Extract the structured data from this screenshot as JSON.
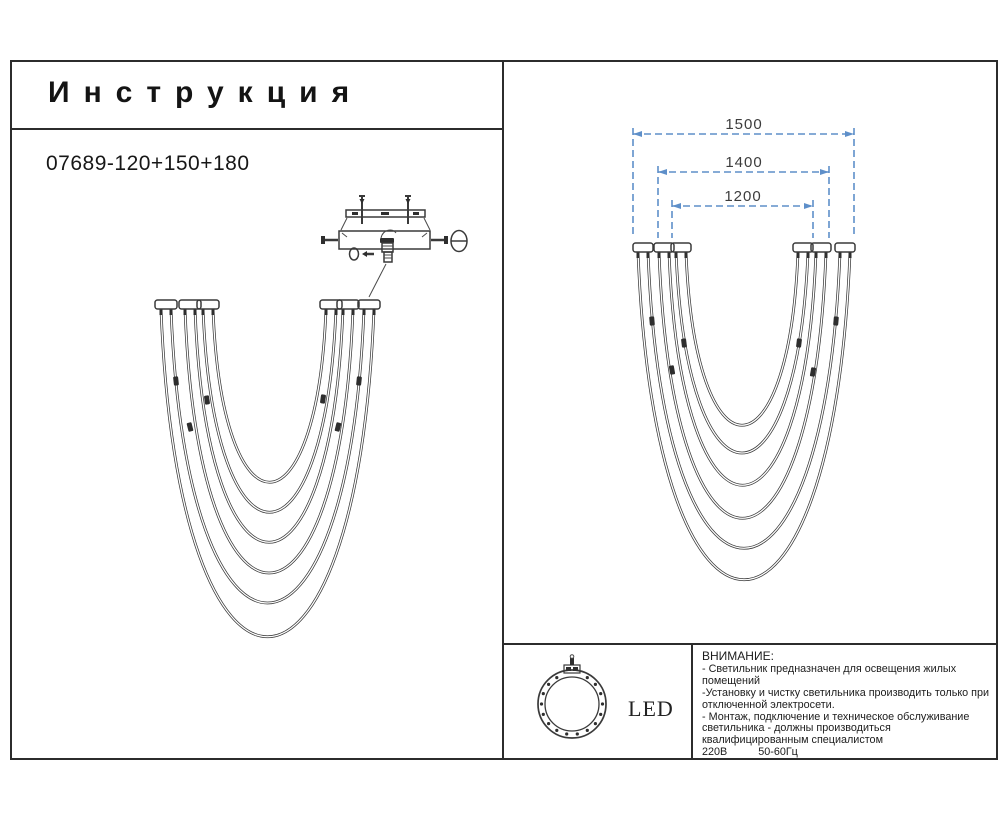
{
  "document": {
    "title": "Инструкция",
    "model": "07689-120+150+180"
  },
  "dimensions": {
    "labels": [
      "1500",
      "1400",
      "1200"
    ],
    "color": "#5e8fc9"
  },
  "led": {
    "label": "LED"
  },
  "warning": {
    "heading": "ВНИМАНИЕ:",
    "lines": [
      "- Светильник предназначен для освещения жилых",
      "помещений",
      "-Установку и чистку светильника производить только при",
      "отключенной электросети.",
      "- Монтаж, подключение и техническое обслуживание",
      "светильника - должны производиться",
      "квалифицированным специалистом"
    ],
    "voltage": "220В",
    "frequency": "50-60Гц"
  },
  "colors": {
    "line": "#3a3a3a",
    "border": "#2c2c2c",
    "dimension_blue": "#5e8fc9"
  }
}
